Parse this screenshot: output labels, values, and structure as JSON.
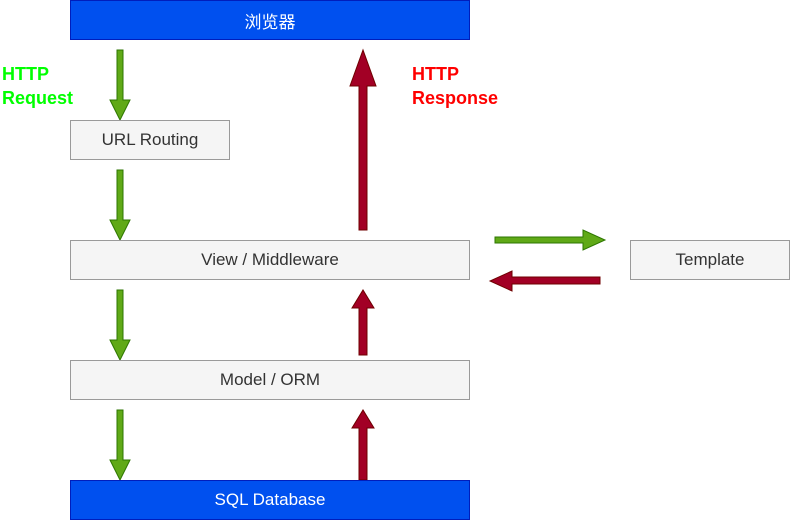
{
  "nodes": {
    "browser": "浏览器",
    "url_routing": "URL Routing",
    "view_middleware": "View / Middleware",
    "template": "Template",
    "model_orm": "Model / ORM",
    "sql_database": "SQL Database"
  },
  "labels": {
    "request_line1": "HTTP",
    "request_line2": "Request",
    "response_line1": "HTTP",
    "response_line2": "Response"
  },
  "colors": {
    "node_blue": "#0050ef",
    "node_gray": "#f5f5f5",
    "request_arrow": "#60a917",
    "response_arrow": "#a20025",
    "request_text": "#00ff00",
    "response_text": "#ff0000"
  }
}
